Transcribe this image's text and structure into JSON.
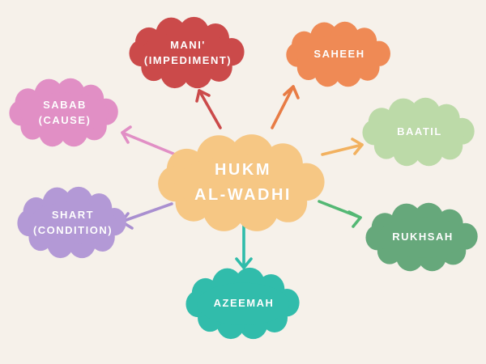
{
  "diagram_title": "Hukm Al-Wadhi mind map",
  "background_color": "#f6f1ea",
  "label_text_color": "#ffffff",
  "center": {
    "label": "HUKM\nAL-WADHI",
    "color": "#f6c784"
  },
  "clouds": [
    {
      "name": "mani",
      "label": "MANI'\n(IMPEDIMENT)",
      "color": "#cb4a4a",
      "arrow_color": "#cb4a4a"
    },
    {
      "name": "saheeh",
      "label": "SAHEEH",
      "color": "#ef8a55",
      "arrow_color": "#e87c45"
    },
    {
      "name": "sabab",
      "label": "SABAB\n(CAUSE)",
      "color": "#e18fc5",
      "arrow_color": "#e18fc5"
    },
    {
      "name": "baatil",
      "label": "BAATIL",
      "color": "#bcdaa8",
      "arrow_color": "#f2b15f"
    },
    {
      "name": "shart",
      "label": "SHART\n(CONDITION)",
      "color": "#b399d6",
      "arrow_color": "#a98fd0"
    },
    {
      "name": "rukhsah",
      "label": "RUKHSAH",
      "color": "#66a87b",
      "arrow_color": "#54b874"
    },
    {
      "name": "azeemah",
      "label": "AZEEMAH",
      "color": "#31bcab",
      "arrow_color": "#2fbcaa"
    }
  ]
}
